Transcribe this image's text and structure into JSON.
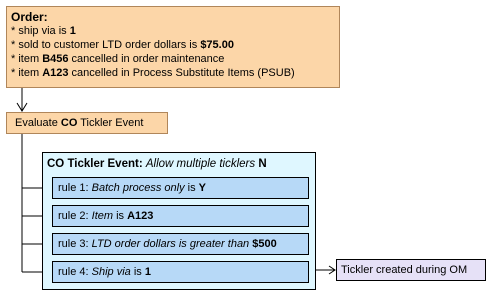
{
  "order": {
    "title": "Order:",
    "lines": [
      {
        "pre": "* ship via is ",
        "bold": "1",
        "post": ""
      },
      {
        "pre": "* sold to customer LTD order dollars is ",
        "bold": "$75.00",
        "post": ""
      },
      {
        "pre": "* item ",
        "bold": "B456",
        "post": " cancelled in order maintenance"
      },
      {
        "pre": "* item ",
        "bold": "A123",
        "post": " cancelled in Process Substitute Items (PSUB)"
      }
    ]
  },
  "evaluate": {
    "pre": "Evaluate ",
    "bold": "CO",
    "post": " Tickler Event"
  },
  "event": {
    "title_bold": "CO Tickler Event:",
    "setting_label": "Allow multiple ticklers",
    "setting_value": "N"
  },
  "rules": [
    {
      "prefix": "rule 1: ",
      "field": "Batch process only",
      "op": " is ",
      "value": "Y"
    },
    {
      "prefix": "rule 2: ",
      "field": "Item",
      "op": " is ",
      "value": "A123"
    },
    {
      "prefix": "rule 3: ",
      "field": "LTD order dollars is greater than",
      "op": " ",
      "value": "$500"
    },
    {
      "prefix": "rule 4: ",
      "field": "Ship via",
      "op": " is ",
      "value": "1"
    }
  ],
  "result": {
    "text": "Tickler created during OM"
  }
}
